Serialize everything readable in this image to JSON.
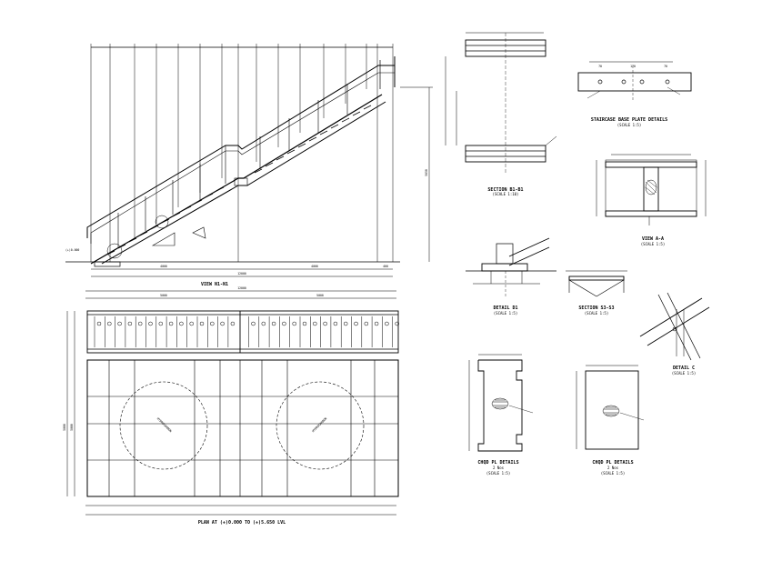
{
  "drawing": {
    "background": "#ffffff",
    "line_color": "#000000",
    "views": {
      "elevation": {
        "title": "VIEW N1-N1",
        "overall_length": "12000",
        "height": "5650",
        "bottom_segments": [
          "4000",
          "4000",
          "400"
        ],
        "elevation_tag": "(+)0.000"
      },
      "plan": {
        "title": "PLAN AT (+)0.000 TO (+)5.650 LVL",
        "overall_length": "12000",
        "overall_width": "5000",
        "left_segment": "5000",
        "tank_label": "HYDROCARBON",
        "top_segments": [
          "5000",
          "5000"
        ]
      },
      "section_b1": {
        "title": "SECTION B1-B1",
        "scale": "(SCALE 1:10)"
      },
      "base_plate": {
        "title": "STAIRCASE BASE PLATE DETAILS",
        "scale": "(SCALE 1:5)",
        "dims": [
          "70",
          "170",
          "70"
        ]
      },
      "view_a": {
        "title": "VIEW A-A",
        "scale": "(SCALE 1:5)"
      },
      "detail_d1": {
        "title": "DETAIL D1",
        "scale": "(SCALE 1:5)"
      },
      "section_s3": {
        "title": "SECTION S3-S3",
        "scale": "(SCALE 1:5)"
      },
      "detail_c": {
        "title": "DETAIL C",
        "scale": "(SCALE 1:5)"
      },
      "chequered_plate_1": {
        "title": "CHQD PL DETAILS",
        "subtitle": "2 Nos",
        "scale": "(SCALE 1:5)"
      },
      "chequered_plate_2": {
        "title": "CHQD PL DETAILS",
        "subtitle": "2 Nos",
        "scale": "(SCALE 1:5)"
      }
    }
  }
}
